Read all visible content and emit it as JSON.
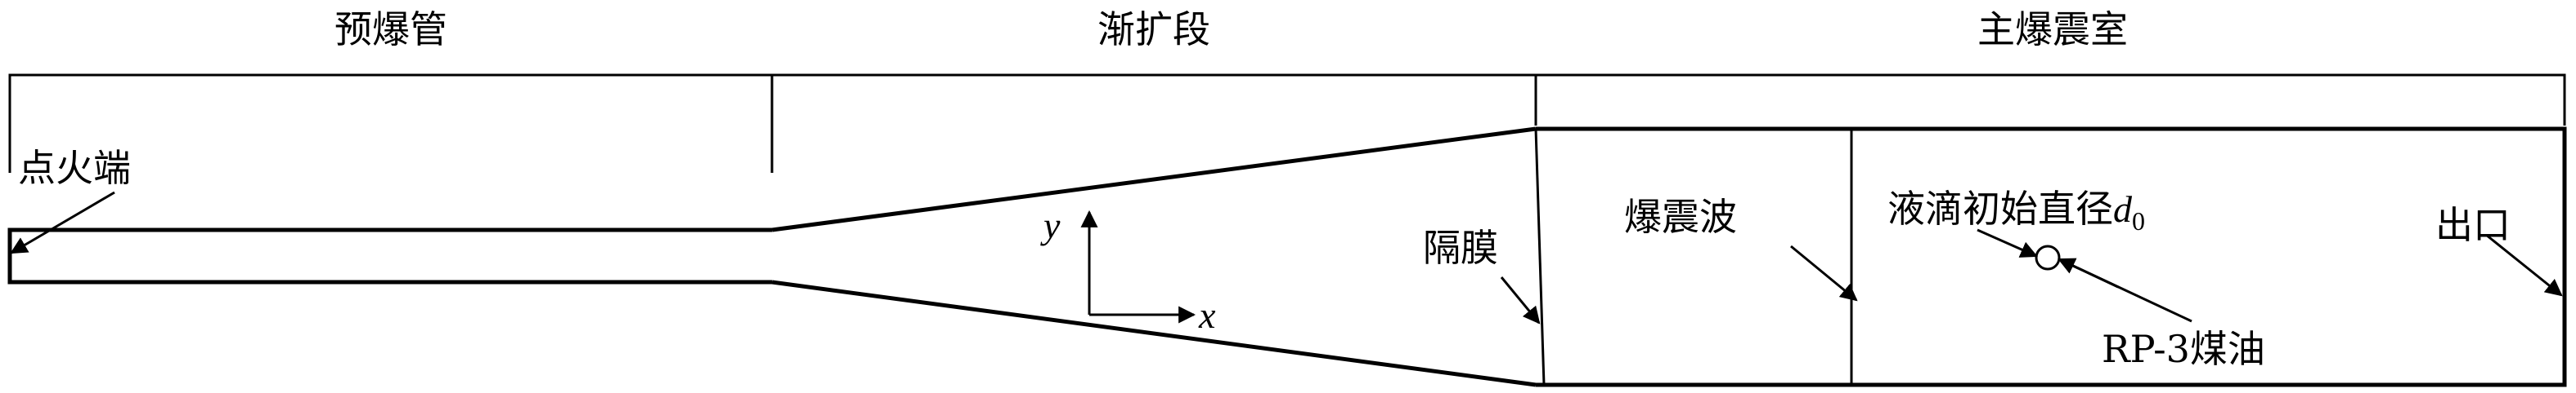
{
  "sections": {
    "predetonation_tube": "预爆管",
    "transition": "渐扩段",
    "main_chamber": "主爆震室"
  },
  "labels": {
    "ignition_end": "点火端",
    "diaphragm": "隔膜",
    "detonation_wave": "爆震波",
    "droplet_diameter": "液滴初始直径",
    "diameter_symbol": "d",
    "diameter_subscript": "0",
    "outlet": "出口",
    "fuel": "RP-3煤油"
  },
  "axes": {
    "x_label": "x",
    "y_label": "y"
  }
}
